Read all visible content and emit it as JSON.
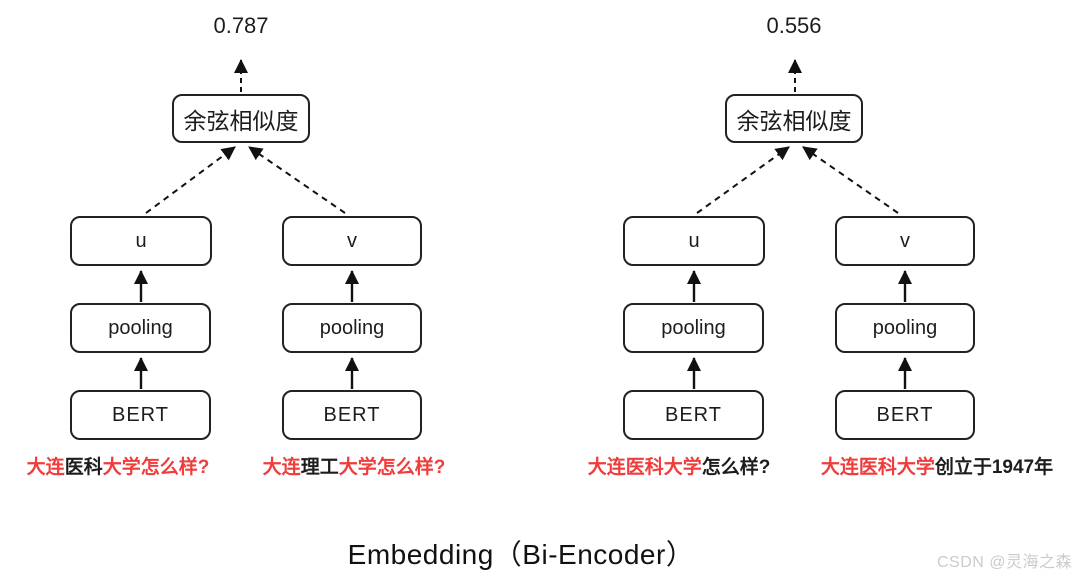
{
  "colors": {
    "red": "#f03c3a",
    "black": "#1d1d1f",
    "watermark": "#cbcbcb"
  },
  "title": "Embedding（Bi-Encoder）",
  "watermark": "CSDN @灵海之森",
  "diagrams": [
    {
      "score": "0.787",
      "boxes": {
        "cosine": "余弦相似度",
        "u": "u",
        "v": "v",
        "pooling": "pooling",
        "bert": "BERT"
      },
      "inputs": [
        {
          "segments": [
            {
              "text": "大连",
              "color": "red"
            },
            {
              "text": "医科",
              "color": "black"
            },
            {
              "text": "大学怎么样?",
              "color": "red"
            }
          ]
        },
        {
          "segments": [
            {
              "text": "大连",
              "color": "red"
            },
            {
              "text": "理工",
              "color": "black"
            },
            {
              "text": "大学怎么样?",
              "color": "red"
            }
          ]
        }
      ]
    },
    {
      "score": "0.556",
      "boxes": {
        "cosine": "余弦相似度",
        "u": "u",
        "v": "v",
        "pooling": "pooling",
        "bert": "BERT"
      },
      "inputs": [
        {
          "segments": [
            {
              "text": "大连医科大学",
              "color": "red"
            },
            {
              "text": "怎么样?",
              "color": "black"
            }
          ]
        },
        {
          "segments": [
            {
              "text": "大连医科大学",
              "color": "red"
            },
            {
              "text": "创立于1947年",
              "color": "black"
            }
          ]
        }
      ]
    }
  ]
}
